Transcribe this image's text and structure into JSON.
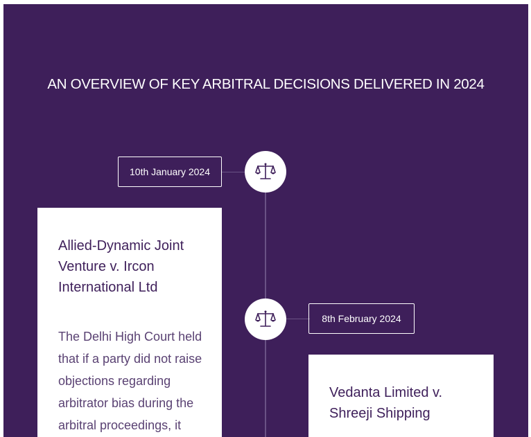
{
  "page": {
    "title": "AN OVERVIEW OF KEY ARBITRAL DECISIONS DELIVERED IN 2024"
  },
  "timeline": [
    {
      "date": "10th January 2024",
      "case_title": "Allied-Dynamic Joint Venture v. Ircon International Ltd",
      "summary": "The Delhi High Court held that if a party did not raise objections regarding arbitrator bias during the arbitral proceedings, it",
      "icon": "scales-of-justice-icon"
    },
    {
      "date": "8th February 2024",
      "case_title": "Vedanta Limited v. Shreeji Shipping",
      "summary": "",
      "icon": "scales-of-justice-icon"
    }
  ],
  "colors": {
    "background": "#3e1f5a",
    "card": "#ffffff",
    "accent_text": "#3e1f5a",
    "line": "#6a5285"
  }
}
